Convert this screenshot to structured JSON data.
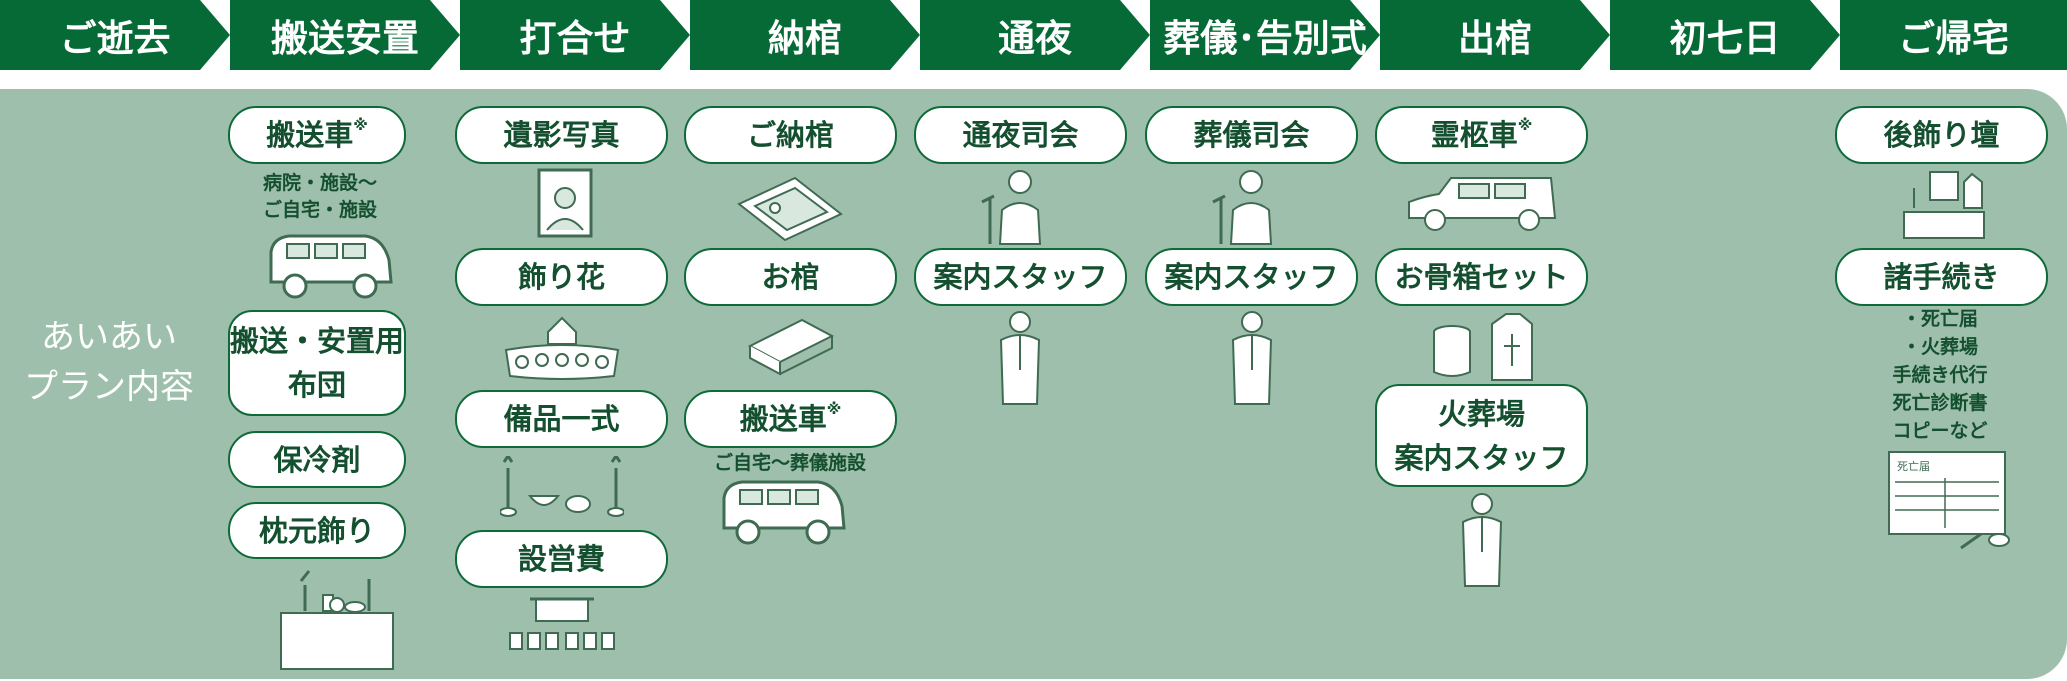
{
  "steps": [
    "ご逝去",
    "搬送安置",
    "打合せ",
    "納棺",
    "通夜",
    "葬儀･告別式",
    "出棺",
    "初七日",
    "ご帰宅"
  ],
  "plan_label": [
    "あいあい",
    "プラン内容"
  ],
  "items": {
    "transport_car_1": "搬送車",
    "transport_note_1": [
      "病院・施設〜",
      "ご自宅・施設"
    ],
    "futon": [
      "搬送・安置用",
      "布団"
    ],
    "coolant": "保冷剤",
    "pillow_decor": "枕元飾り",
    "photo": "遺影写真",
    "flowers": "飾り花",
    "supplies": "備品一式",
    "setup_fee": "設営費",
    "encoffin": "ご納棺",
    "coffin": "お棺",
    "transport_car_2": "搬送車",
    "transport_note_2": "ご自宅〜葬儀施設",
    "wake_mc": "通夜司会",
    "wake_staff": "案内スタッフ",
    "funeral_mc": "葬儀司会",
    "funeral_staff": "案内スタッフ",
    "hearse": "霊柩車",
    "urn_set": "お骨箱セット",
    "crematory_staff": [
      "火葬場",
      "案内スタッフ"
    ],
    "altar": "後飾り壇",
    "procedures": "諸手続き",
    "procedures_list": [
      "・死亡届",
      "・火葬場",
      "手続き代行",
      "死亡診断書",
      "コピーなど"
    ],
    "death_form_label": "死亡届",
    "asterisk": "※"
  },
  "colors": {
    "header": "#066a36",
    "panel": "#9ebfab",
    "pill_border": "#0f6a3a",
    "text": "#14502f"
  }
}
